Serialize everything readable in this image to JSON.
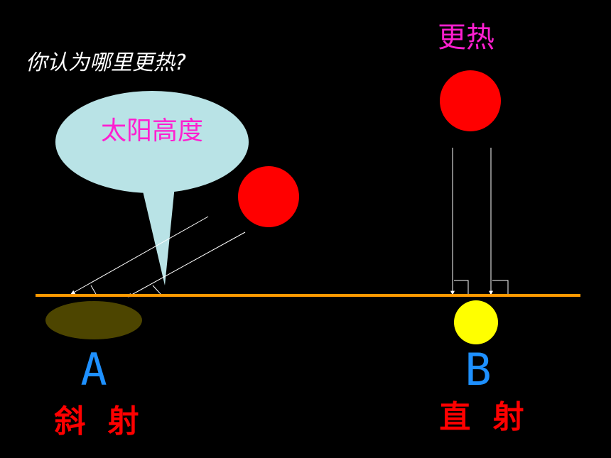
{
  "question": "你认为哪里更热?",
  "bubble_label": "太阳高度",
  "hotter_label": "更热",
  "point_a": {
    "letter": "A",
    "kind": "斜 射"
  },
  "point_b": {
    "letter": "B",
    "kind": "直 射"
  },
  "colors": {
    "background": "#000000",
    "sun": "#ff0000",
    "ground": "#ff9900",
    "bubble": "#b9e3e6",
    "heated_spot_a": "#4d4500",
    "heated_spot_b": "#ffff00",
    "label_magenta": "#ff1fd0",
    "letter_blue": "#1e90ff",
    "kind_red": "#ff0000"
  }
}
